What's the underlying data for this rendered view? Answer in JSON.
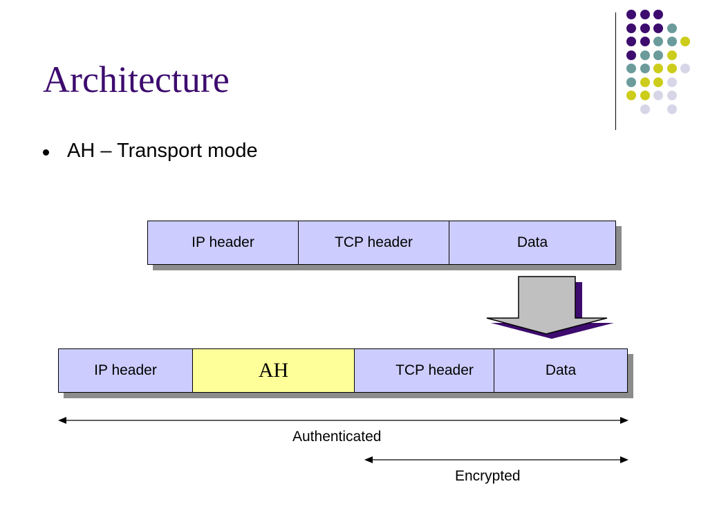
{
  "slide": {
    "title": "Architecture",
    "bullet": "AH – Transport mode"
  },
  "colors": {
    "title": "#3d0c6e",
    "segment_fill": "#ccccff",
    "ah_fill": "#ffff99",
    "arrow_fill": "#c0c0c0",
    "arrow_shadow": "#3d0c6e",
    "dot_purple": "#3d0c6e",
    "dot_teal": "#6b9b9b",
    "dot_yellow": "#cccc1a",
    "dot_lavender": "#d6d6e8"
  },
  "original_packet": {
    "segments": [
      {
        "label": "IP header"
      },
      {
        "label": "TCP header"
      },
      {
        "label": "Data"
      }
    ]
  },
  "ah_packet": {
    "segments": [
      {
        "label": "IP header"
      },
      {
        "label": "AH"
      },
      {
        "label": "TCP header"
      },
      {
        "label": "Data"
      }
    ]
  },
  "coverage": {
    "authenticated": "Authenticated",
    "encrypted": "Encrypted"
  },
  "decoration": {
    "dot_grid": [
      [
        "purple",
        "purple",
        "purple",
        null,
        null
      ],
      [
        "purple",
        "purple",
        "purple",
        "teal",
        null
      ],
      [
        "purple",
        "purple",
        "teal",
        "teal",
        "yellow"
      ],
      [
        "purple",
        "teal",
        "teal",
        "yellow",
        null
      ],
      [
        "teal",
        "teal",
        "yellow",
        "yellow",
        "lavender"
      ],
      [
        "teal",
        "yellow",
        "yellow",
        "lavender",
        null
      ],
      [
        "yellow",
        "yellow",
        "lavender",
        "lavender",
        null
      ],
      [
        null,
        "lavender",
        null,
        "lavender",
        null
      ]
    ]
  }
}
